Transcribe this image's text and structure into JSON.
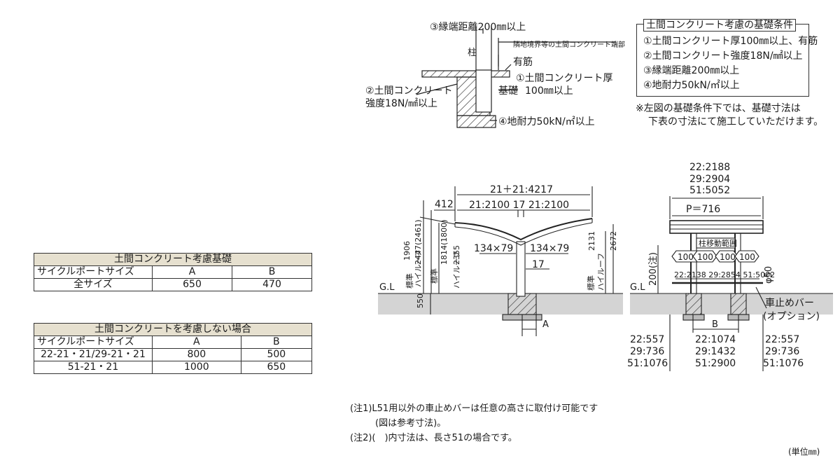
{
  "detail": {
    "edge_distance": "③縁端距離200㎜以上",
    "neighbor_edge": "隣地境界等の土間コンクリート端部",
    "pillar": "柱",
    "rebar": "有筋",
    "slab_thickness_1": "①土間コンクリート厚",
    "slab_thickness_2": "100㎜以上",
    "foundation": "基礎",
    "strength_1": "②土間コンクリート",
    "strength_2": "強度18N/㎟以上",
    "bearing": "④地耐力50kN/㎡以上"
  },
  "conditions": {
    "title": "土間コンクリート考慮の基礎条件",
    "items": [
      "①土間コンクリート厚100㎜以上、有筋",
      "②土間コンクリート強度18N/㎟以上",
      "③縁端距離200㎜以上",
      "④地耐力50kN/㎡以上"
    ],
    "note_1": "※左図の基礎条件下では、基礎寸法は",
    "note_2": "下表の寸法にて施工していただけます。"
  },
  "table1": {
    "title": "土間コンクリート考慮基礎",
    "headers": [
      "サイクルポートサイズ",
      "A",
      "B"
    ],
    "rows": [
      [
        "全サイズ",
        "650",
        "470"
      ]
    ]
  },
  "table2": {
    "title": "土間コンクリートを考慮しない場合",
    "headers": [
      "サイクルポートサイズ",
      "A",
      "B"
    ],
    "rows": [
      [
        "22-21・21/29-21・21",
        "800",
        "500"
      ],
      [
        "51-21・21",
        "1000",
        "650"
      ]
    ]
  },
  "front": {
    "total": "21＋21:4217",
    "span": "21:2100  17  21:2100",
    "d412": "412",
    "d1906": "1906",
    "d2447": "2447(2461)",
    "d1814": "1814(1800)",
    "d2355": "2355",
    "d2131": "2131",
    "d2672": "2672",
    "std": "標準",
    "highroof": "ハイルーフ",
    "post_a": "134×79",
    "post_b": "134×79",
    "d17": "17",
    "gl": "G.L",
    "d550": "550",
    "a": "A"
  },
  "side": {
    "top1": "22:2188",
    "top2": "29:2904",
    "top3": "51:5052",
    "pitch": "P＝716",
    "range": "柱移動範囲",
    "d100": [
      "100",
      "100",
      "100",
      "100"
    ],
    "d200": "200(注)",
    "phi": "φ50",
    "bar_sizes": "22:2138  29:2854  51:5002",
    "gl": "G.L",
    "stopper": "車止めバー",
    "option": "(オプション)",
    "b": "B",
    "left_vals": [
      "22:557",
      "29:736",
      "51:1076"
    ],
    "mid_vals": [
      "22:1074",
      "29:1432",
      "51:2900"
    ],
    "right_vals": [
      "22:557",
      "29:736",
      "51:1076"
    ]
  },
  "notes": {
    "n1": "(注1)L51用以外の車止めバーは任意の高さに取付け可能です",
    "n1b": "(図は参考寸法)。",
    "n2": "(注2)(　)内寸法は、長さ51の場合です。",
    "unit": "(単位㎜)"
  }
}
